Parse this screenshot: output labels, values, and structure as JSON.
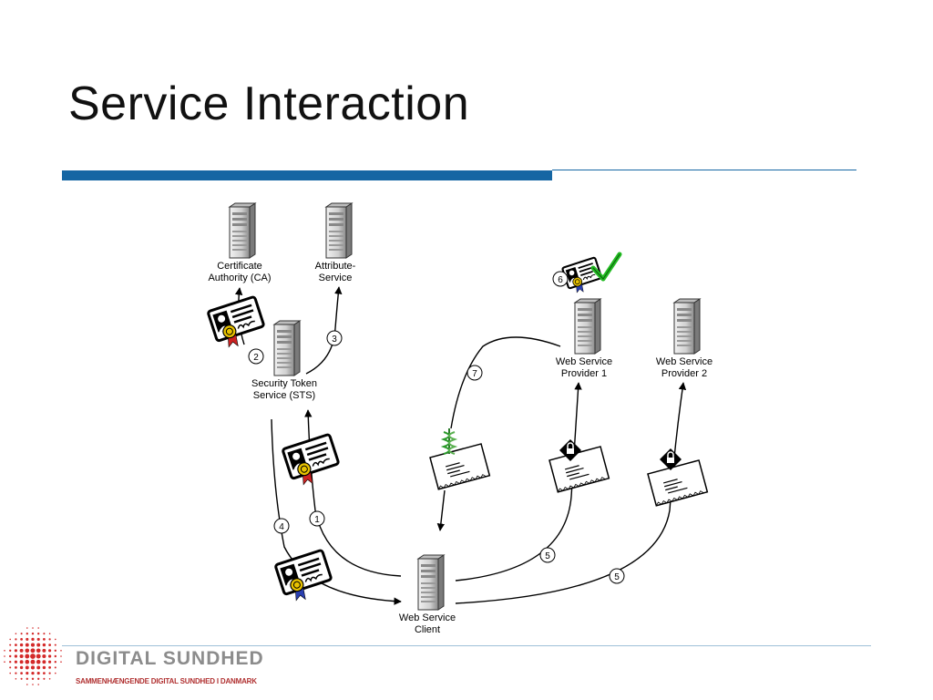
{
  "slide": {
    "title": "Service Interaction"
  },
  "nodes": {
    "ca": [
      "Certificate",
      "Authority (CA)"
    ],
    "attr": [
      "Attribute-",
      "Service"
    ],
    "sts": [
      "Security Token",
      "Service (STS)"
    ],
    "wsp1": [
      "Web Service",
      "Provider 1"
    ],
    "wsp2": [
      "Web Service",
      "Provider 2"
    ],
    "wsc": [
      "Web Service",
      "Client"
    ]
  },
  "steps": {
    "s1": "1",
    "s2": "2",
    "s3": "3",
    "s4": "4",
    "s5a": "5",
    "s5b": "5",
    "s6": "6",
    "s7": "7"
  },
  "logo": {
    "name": "DIGITAL SUNDHED",
    "tagline": "SAMMENHÆNGENDE DIGITAL SUNDHED I DANMARK",
    "color_text": "#8c8c8c",
    "color_dots": "#d42a2a"
  },
  "colors": {
    "accent": "#1566a3",
    "ribbon_red": "#cc2222",
    "ribbon_blue": "#2a3fb0",
    "seal_yellow": "#e8c200",
    "check_green": "#22bb22"
  }
}
